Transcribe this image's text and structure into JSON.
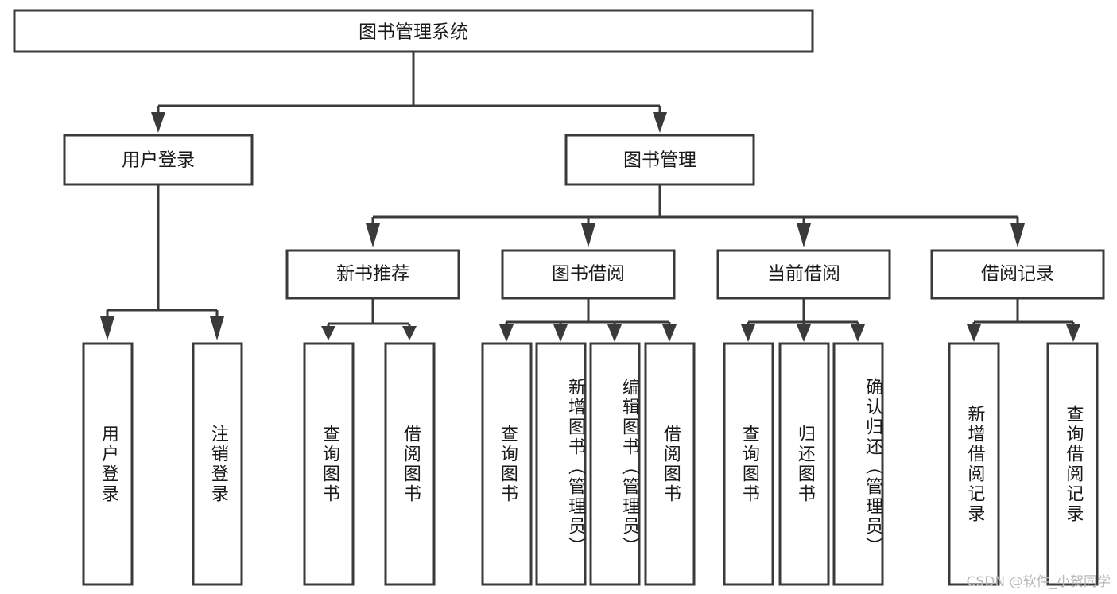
{
  "diagram": {
    "type": "tree-hierarchy-chart",
    "title": "图书管理系统",
    "colors": {
      "background": "#ffffff",
      "box_fill": "#ffffff",
      "box_stroke": "#3a3a3a",
      "text": "#1a1a1a",
      "watermark": "#b8b8b8"
    },
    "root": {
      "label": "图书管理系统"
    },
    "level2": [
      {
        "label": "用户登录"
      },
      {
        "label": "图书管理"
      }
    ],
    "level3": [
      {
        "label": "新书推荐"
      },
      {
        "label": "图书借阅"
      },
      {
        "label": "当前借阅"
      },
      {
        "label": "借阅记录"
      }
    ],
    "leaves": {
      "user_login": [
        {
          "label": "用户登录"
        },
        {
          "label": "注销登录"
        }
      ],
      "new_book_recommend": [
        {
          "label": "查询图书"
        },
        {
          "label": "借阅图书"
        }
      ],
      "book_borrow": [
        {
          "label": "查询图书"
        },
        {
          "label": "新增图书（管理员）"
        },
        {
          "label": "编辑图书（管理员）"
        },
        {
          "label": "借阅图书"
        }
      ],
      "current_borrow": [
        {
          "label": "查询图书"
        },
        {
          "label": "归还图书"
        },
        {
          "label": "确认归还（管理员）"
        }
      ],
      "borrow_record": [
        {
          "label": "新增借阅记录"
        },
        {
          "label": "查询借阅记录"
        }
      ]
    },
    "watermark": "CSDN @软件_小贺同学"
  }
}
